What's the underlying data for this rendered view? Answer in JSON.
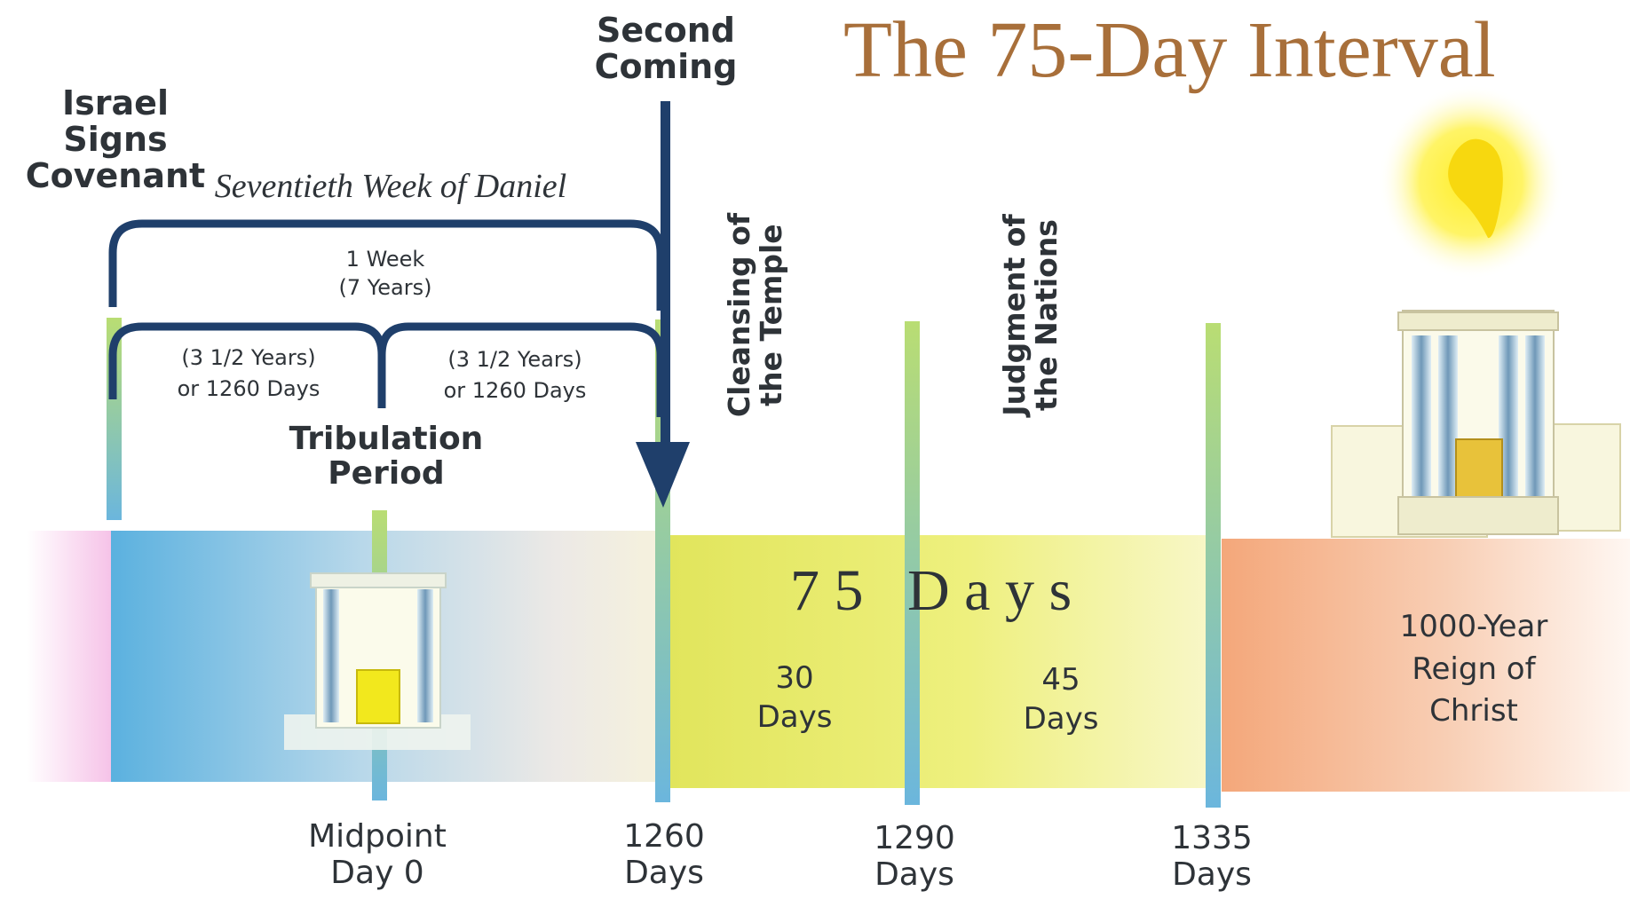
{
  "title": "The 75-Day Interval",
  "labels": {
    "israel": "Israel Signs\nCovenant",
    "seventieth": "Seventieth Week of Daniel",
    "week": "1 Week\n(7 Years)",
    "half_left": "(3 1/2 Years)\nor 1260 Days",
    "half_right": "(3 1/2 Years)\nor 1260 Days",
    "tribulation": "Tribulation\nPeriod",
    "second_coming": "Second\nComing",
    "cleansing": "Cleansing of\nthe Temple",
    "judgment": "Judgment of\nthe Nations",
    "seventy_five": "7 5   D a y s",
    "thirty": "30\nDays",
    "forty_five": "45\nDays",
    "reign": "1000-Year\nReign of\nChrist"
  },
  "ticks": [
    {
      "id": "midpoint",
      "label": "Midpoint\nDay 0"
    },
    {
      "id": "d1260",
      "label": "1260\nDays"
    },
    {
      "id": "d1290",
      "label": "1290\nDays"
    },
    {
      "id": "d1335",
      "label": "1335\nDays"
    }
  ],
  "colors": {
    "title": "#a86f3a",
    "bracket": "#1f3f6b",
    "text": "#2e3338",
    "green_marker": "#b9dd73",
    "blue_band": "#5bb1df",
    "yellow_band": "#e8ea6a",
    "orange_band": "#f4a77a",
    "pink_band": "#f6c3e8",
    "glow": "#fff23a"
  }
}
